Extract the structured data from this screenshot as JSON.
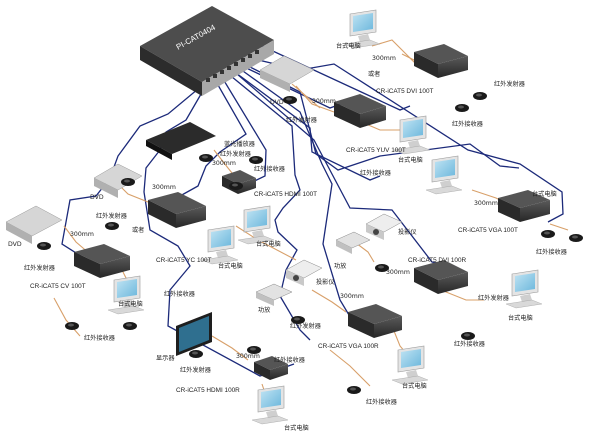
{
  "matrix": {
    "model": "PI-CAT0404"
  },
  "labels": {
    "desktop_pc": "台式电脑",
    "ir_tx": "红外发射器",
    "ir_rx": "红外接收器",
    "or": "或者",
    "dvd": "DVD",
    "bluray": "蓝光播放器",
    "projector": "投影仪",
    "display": "显示器",
    "tuner": "功放",
    "len_300": "300mm"
  },
  "devices": {
    "dvi_100t": "CR-iCAT5 DVI 100T",
    "yuv_100t": "CR-iCAT5 YUV 100T",
    "hdmi_100t": "CR-iCAT5 HDMI 100T",
    "yc_100t": "CR-iCAT5 YC 100T",
    "cv_100t": "CR-iCAT5 CV 100T",
    "vga_100t": "CR-iCAT5 VGA 100T",
    "dvi_100r": "CR-iCAT5 DVI 100R",
    "vga_100r": "CR-iCAT5 VGA 100R",
    "hdmi_100r": "CR-iCAT5 HDMI 100R"
  },
  "colors": {
    "cat5": "#1c2a7a",
    "signal": "#d8a06a",
    "device": "#3a3a3a"
  }
}
